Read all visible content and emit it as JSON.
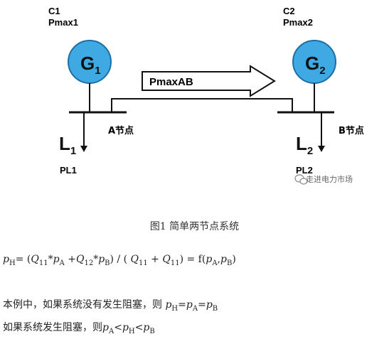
{
  "diagram": {
    "left_gen": {
      "name": "C1",
      "pmax": "Pmax1",
      "symbol": "G",
      "sub": "1"
    },
    "right_gen": {
      "name": "C2",
      "pmax": "Pmax2",
      "symbol": "G",
      "sub": "2"
    },
    "flow_label": "PmaxAB",
    "left_node": "A节点",
    "right_node": "B节点",
    "left_load": {
      "symbol": "L",
      "sub": "1",
      "label": "PL1"
    },
    "right_load": {
      "symbol": "L",
      "sub": "2",
      "label": "PL2"
    },
    "watermark": "走进电力市场",
    "colors": {
      "generator_fill": "#3fa9e3",
      "line": "#111111"
    }
  },
  "caption": "图1  简单两节点系统",
  "formula": {
    "p": "p",
    "H": "H",
    "eq_open": "= (",
    "Q": "Q",
    "s11": "11",
    "star": "*",
    "A": "A",
    "plus": " +",
    "s12": "12",
    "B": "B",
    "close_div": ") / (",
    "close_eq": ") = f(",
    "comma": ",",
    "close": ")"
  },
  "line2": {
    "text": "本例中，如果系统没有发生阻塞，则 ",
    "eq": "="
  },
  "line3": {
    "text": "如果系统发生阻塞，则",
    "lt": "<"
  }
}
